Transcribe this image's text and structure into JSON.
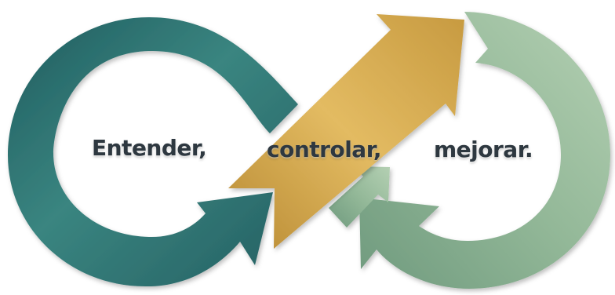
{
  "words": [
    "Entender,",
    "controlar,",
    "mejorar."
  ],
  "colors": {
    "teal": "#2a6e6e",
    "gold": "#d2a449",
    "sage": "#9dbf9f",
    "text": "#2e3840"
  },
  "icons": [
    "left-loop-arrow-icon",
    "diagonal-arrow-icon",
    "right-loop-arrow-icon"
  ]
}
